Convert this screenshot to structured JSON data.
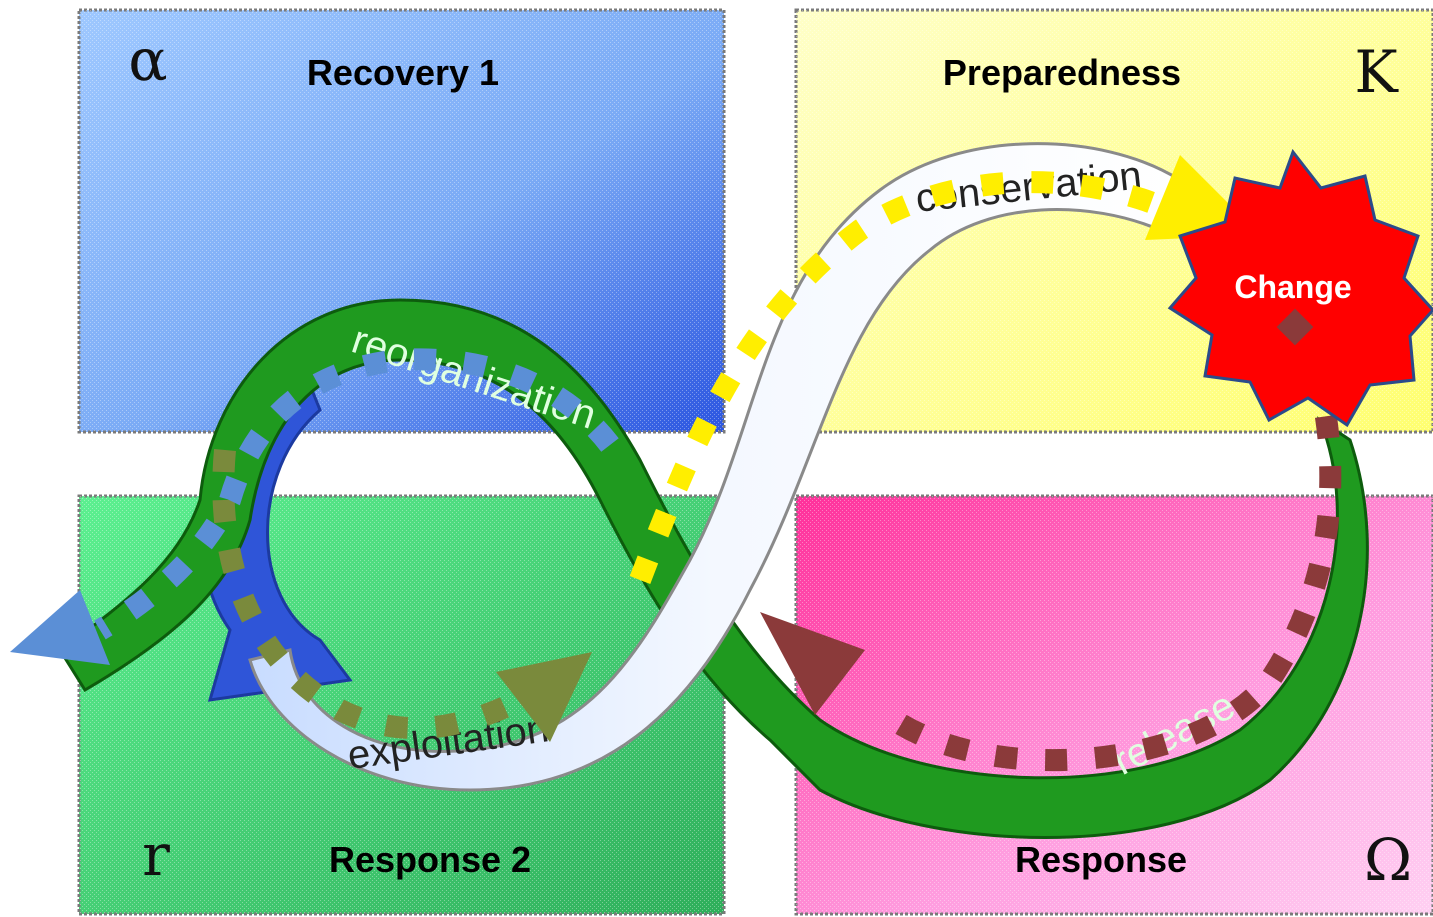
{
  "quadrants": {
    "top_left": {
      "symbol": "α",
      "label": "Recovery 1",
      "color": "#4a86ee"
    },
    "top_right": {
      "symbol": "K",
      "label": "Preparedness",
      "color": "#ffff88"
    },
    "bottom_left": {
      "symbol": "r",
      "label": "Response  2",
      "color": "#3ccc6e"
    },
    "bottom_right": {
      "symbol": "Ω",
      "label": "Response",
      "color": "#ff66cc"
    }
  },
  "loop_labels": {
    "reorganization": "reorganization",
    "conservation": "conservation",
    "exploitation": "exploitation",
    "release": "release"
  },
  "change_burst": {
    "label": "Change",
    "color": "#ff0000"
  },
  "path_colors": {
    "yellow": "#ffee00",
    "brown": "#8b3a3a",
    "olive": "#7a8a3c",
    "blue": "#5b8fd6"
  }
}
